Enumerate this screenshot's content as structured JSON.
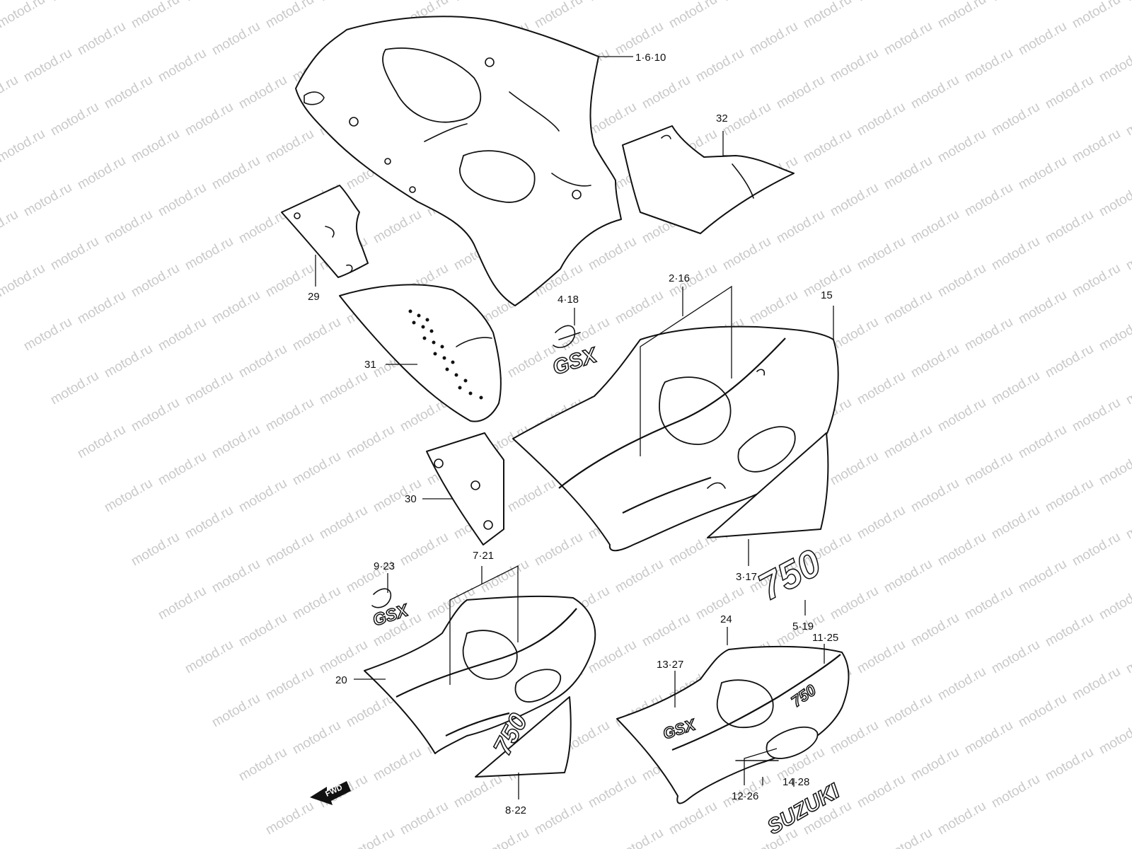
{
  "watermark": "motod.ru",
  "colors": {
    "line": "#111111",
    "background": "#ffffff",
    "watermark": "#c9c9c9"
  },
  "callouts": {
    "c_1_6_10": "1·6·10",
    "c_32": "32",
    "c_29": "29",
    "c_31": "31",
    "c_4_18": "4·18",
    "c_2_16": "2·16",
    "c_15": "15",
    "c_30": "30",
    "c_3_17": "3·17",
    "c_9_23": "9·23",
    "c_7_21": "7·21",
    "c_5_19": "5·19",
    "c_24": "24",
    "c_11_25": "11·25",
    "c_13_27": "13·27",
    "c_20": "20",
    "c_8_22": "8·22",
    "c_14_28": "14·28",
    "c_12_26": "12·26"
  },
  "decals": {
    "gsxr_top": "GSX",
    "gsxr_left": "GSX",
    "gsxr_right": "GSX",
    "model_750_top": "750",
    "model_750_left": "750",
    "model_750_right": "750",
    "brand": "SUZUKI"
  },
  "forward_arrow": "FWD"
}
